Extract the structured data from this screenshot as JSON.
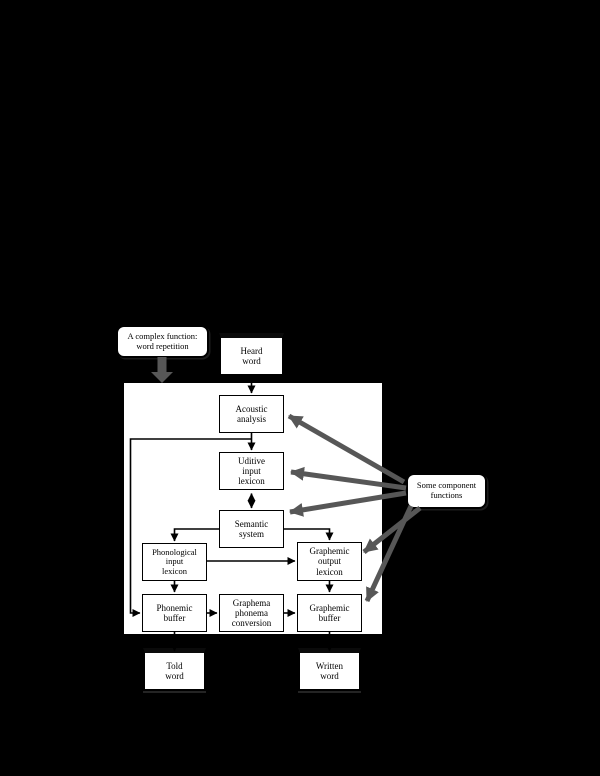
{
  "page": {
    "background": "#000000"
  },
  "panel": {
    "fill": "#ffffff",
    "border": "#000000"
  },
  "colors": {
    "gray_arrow": "#575757",
    "line": "#000000"
  },
  "callouts": {
    "complex_function": {
      "label": "A complex function:\nword repetition"
    },
    "component_functions": {
      "label": "Some component\nfunctions"
    }
  },
  "nodes": {
    "heard_word": {
      "label": "Heard\nword"
    },
    "acoustic_analysis": {
      "label": "Acoustic\nanalysis"
    },
    "auditory_input_lexicon": {
      "label": "Uditive\ninput\nlexicon"
    },
    "semantic_system": {
      "label": "Semantic\nsystem"
    },
    "phonological_input_lexicon": {
      "label": "Phonological\ninput\nlexicon"
    },
    "graphemic_output_lexicon": {
      "label": "Graphemic\noutput\nlexicon"
    },
    "phonemic_buffer": {
      "label": "Phonemic\nbuffer"
    },
    "graphema_phonema_conversion": {
      "label": "Graphema\nphonema\nconversion"
    },
    "graphemic_buffer": {
      "label": "Graphemic\nbuffer"
    },
    "told_word": {
      "label": "Told\nword"
    },
    "written_word": {
      "label": "Written\nword"
    }
  }
}
